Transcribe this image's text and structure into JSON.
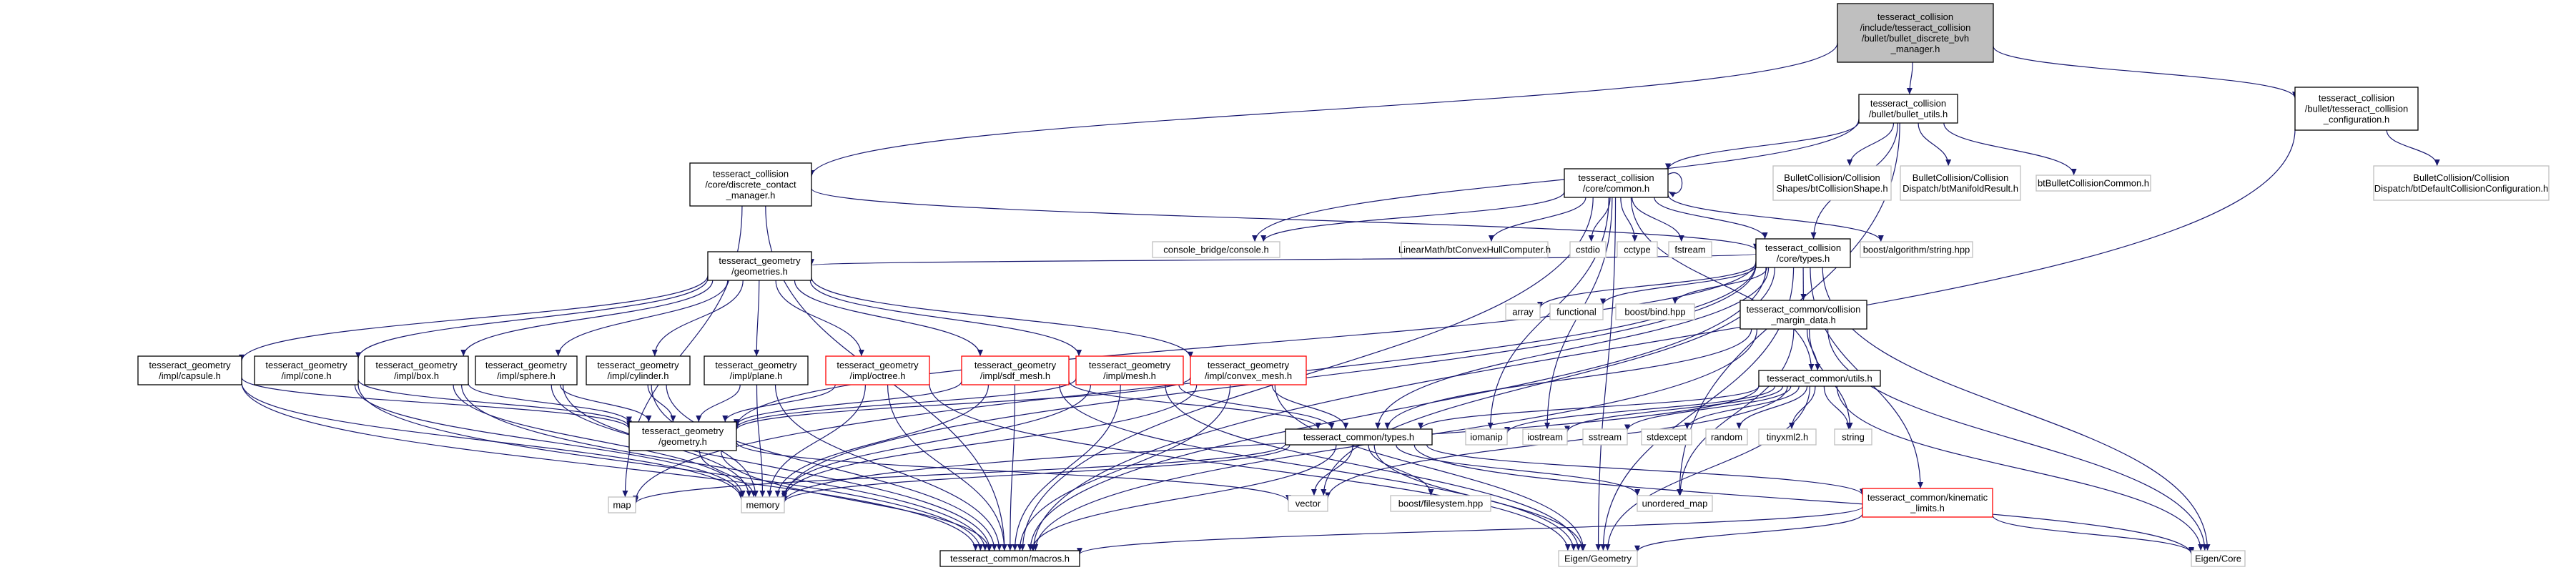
{
  "colors": {
    "edge": "#191970",
    "root_fill": "#bfbfbf",
    "root_border": "#000000",
    "normal_border": "#000000",
    "truncated_border": "#ff0000",
    "external_border": "#bfbfbf",
    "node_fill": "#ffffff"
  },
  "nodes": [
    {
      "id": "root",
      "label": "tesseract_collision\n/include/tesseract_collision\n/bullet/bullet_discrete_bvh\n_manager.h",
      "style": "root"
    },
    {
      "id": "bullet_utils",
      "label": "tesseract_collision\n/bullet/bullet_utils.h",
      "style": "normal"
    },
    {
      "id": "tess_config",
      "label": "tesseract_collision\n/bullet/tesseract_collision\n_configuration.h",
      "style": "normal"
    },
    {
      "id": "discrete_mgr",
      "label": "tesseract_collision\n/core/discrete_contact\n_manager.h",
      "style": "normal"
    },
    {
      "id": "core_common",
      "label": "tesseract_collision\n/core/common.h",
      "style": "normal"
    },
    {
      "id": "bt_shape",
      "label": "BulletCollision/Collision\nShapes/btCollisionShape.h",
      "style": "external"
    },
    {
      "id": "bt_manifold",
      "label": "BulletCollision/Collision\nDispatch/btManifoldResult.h",
      "style": "external"
    },
    {
      "id": "bt_common",
      "label": "btBulletCollisionCommon.h",
      "style": "external"
    },
    {
      "id": "bt_default",
      "label": "BulletCollision/Collision\nDispatch/btDefaultCollisionConfiguration.h",
      "style": "external"
    },
    {
      "id": "console",
      "label": "console_bridge/console.h",
      "style": "external"
    },
    {
      "id": "hull",
      "label": "LinearMath/btConvexHullComputer.h",
      "style": "external"
    },
    {
      "id": "cstdio",
      "label": "cstdio",
      "style": "external"
    },
    {
      "id": "cctype",
      "label": "cctype",
      "style": "external"
    },
    {
      "id": "fstream",
      "label": "fstream",
      "style": "external"
    },
    {
      "id": "core_types",
      "label": "tesseract_collision\n/core/types.h",
      "style": "normal"
    },
    {
      "id": "boost_alg",
      "label": "boost/algorithm/string.hpp",
      "style": "external"
    },
    {
      "id": "geometries",
      "label": "tesseract_geometry\n/geometries.h",
      "style": "normal"
    },
    {
      "id": "array",
      "label": "array",
      "style": "external"
    },
    {
      "id": "functional",
      "label": "functional",
      "style": "external"
    },
    {
      "id": "boost_bind",
      "label": "boost/bind.hpp",
      "style": "external"
    },
    {
      "id": "margin_data",
      "label": "tesseract_common/collision\n_margin_data.h",
      "style": "normal"
    },
    {
      "id": "capsule",
      "label": "tesseract_geometry\n/impl/capsule.h",
      "style": "normal"
    },
    {
      "id": "cone",
      "label": "tesseract_geometry\n/impl/cone.h",
      "style": "normal"
    },
    {
      "id": "box",
      "label": "tesseract_geometry\n/impl/box.h",
      "style": "normal"
    },
    {
      "id": "sphere",
      "label": "tesseract_geometry\n/impl/sphere.h",
      "style": "normal"
    },
    {
      "id": "cylinder",
      "label": "tesseract_geometry\n/impl/cylinder.h",
      "style": "normal"
    },
    {
      "id": "plane",
      "label": "tesseract_geometry\n/impl/plane.h",
      "style": "normal"
    },
    {
      "id": "octree",
      "label": "tesseract_geometry\n/impl/octree.h",
      "style": "truncated"
    },
    {
      "id": "sdf_mesh",
      "label": "tesseract_geometry\n/impl/sdf_mesh.h",
      "style": "truncated"
    },
    {
      "id": "mesh",
      "label": "tesseract_geometry\n/impl/mesh.h",
      "style": "truncated"
    },
    {
      "id": "convex_mesh",
      "label": "tesseract_geometry\n/impl/convex_mesh.h",
      "style": "truncated"
    },
    {
      "id": "common_utils",
      "label": "tesseract_common/utils.h",
      "style": "normal"
    },
    {
      "id": "geometry_h",
      "label": "tesseract_geometry\n/geometry.h",
      "style": "normal"
    },
    {
      "id": "common_types",
      "label": "tesseract_common/types.h",
      "style": "normal"
    },
    {
      "id": "iomanip",
      "label": "iomanip",
      "style": "external"
    },
    {
      "id": "iostream",
      "label": "iostream",
      "style": "external"
    },
    {
      "id": "sstream",
      "label": "sstream",
      "style": "external"
    },
    {
      "id": "stdexcept",
      "label": "stdexcept",
      "style": "external"
    },
    {
      "id": "random",
      "label": "random",
      "style": "external"
    },
    {
      "id": "tinyxml",
      "label": "tinyxml2.h",
      "style": "external"
    },
    {
      "id": "string",
      "label": "string",
      "style": "external"
    },
    {
      "id": "map",
      "label": "map",
      "style": "external"
    },
    {
      "id": "memory",
      "label": "memory",
      "style": "external"
    },
    {
      "id": "vector",
      "label": "vector",
      "style": "external"
    },
    {
      "id": "boost_fs",
      "label": "boost/filesystem.hpp",
      "style": "external"
    },
    {
      "id": "unordered_map",
      "label": "unordered_map",
      "style": "external"
    },
    {
      "id": "kinematic",
      "label": "tesseract_common/kinematic\n_limits.h",
      "style": "truncated"
    },
    {
      "id": "macros",
      "label": "tesseract_common/macros.h",
      "style": "normal"
    },
    {
      "id": "eigen_geo",
      "label": "Eigen/Geometry",
      "style": "external"
    },
    {
      "id": "eigen_core",
      "label": "Eigen/Core",
      "style": "external"
    }
  ],
  "edges": [
    [
      "root",
      "discrete_mgr"
    ],
    [
      "root",
      "bullet_utils"
    ],
    [
      "root",
      "tess_config"
    ],
    [
      "bullet_utils",
      "core_common"
    ],
    [
      "bullet_utils",
      "bt_shape"
    ],
    [
      "bullet_utils",
      "bt_manifold"
    ],
    [
      "bullet_utils",
      "bt_common"
    ],
    [
      "bullet_utils",
      "core_types"
    ],
    [
      "bullet_utils",
      "console"
    ],
    [
      "bullet_utils",
      "unordered_map"
    ],
    [
      "tess_config",
      "bt_default"
    ],
    [
      "tess_config",
      "macros"
    ],
    [
      "discrete_mgr",
      "core_types"
    ],
    [
      "discrete_mgr",
      "macros"
    ],
    [
      "discrete_mgr",
      "map"
    ],
    [
      "core_common",
      "core_common"
    ],
    [
      "core_common",
      "console"
    ],
    [
      "core_common",
      "hull"
    ],
    [
      "core_common",
      "cstdio"
    ],
    [
      "core_common",
      "cctype"
    ],
    [
      "core_common",
      "fstream"
    ],
    [
      "core_common",
      "core_types"
    ],
    [
      "core_common",
      "boost_alg"
    ],
    [
      "core_common",
      "common_utils"
    ],
    [
      "core_common",
      "iostream"
    ],
    [
      "core_common",
      "iomanip"
    ],
    [
      "core_common",
      "macros"
    ],
    [
      "core_common",
      "eigen_geo"
    ],
    [
      "core_types",
      "geometries"
    ],
    [
      "core_types",
      "array"
    ],
    [
      "core_types",
      "functional"
    ],
    [
      "core_types",
      "boost_bind"
    ],
    [
      "core_types",
      "margin_data"
    ],
    [
      "core_types",
      "common_types"
    ],
    [
      "core_types",
      "vector"
    ],
    [
      "core_types",
      "macros"
    ],
    [
      "core_types",
      "eigen_geo"
    ],
    [
      "core_types",
      "eigen_core"
    ],
    [
      "core_types",
      "memory"
    ],
    [
      "core_types",
      "map"
    ],
    [
      "core_types",
      "kinematic"
    ],
    [
      "core_types",
      "geometry_h"
    ],
    [
      "margin_data",
      "common_utils"
    ],
    [
      "margin_data",
      "common_types"
    ],
    [
      "margin_data",
      "string"
    ],
    [
      "margin_data",
      "unordered_map"
    ],
    [
      "margin_data",
      "eigen_core"
    ],
    [
      "margin_data",
      "macros"
    ],
    [
      "geometries",
      "capsule"
    ],
    [
      "geometries",
      "cone"
    ],
    [
      "geometries",
      "box"
    ],
    [
      "geometries",
      "sphere"
    ],
    [
      "geometries",
      "cylinder"
    ],
    [
      "geometries",
      "plane"
    ],
    [
      "geometries",
      "octree"
    ],
    [
      "geometries",
      "sdf_mesh"
    ],
    [
      "geometries",
      "mesh"
    ],
    [
      "geometries",
      "convex_mesh"
    ],
    [
      "capsule",
      "geometry_h"
    ],
    [
      "capsule",
      "memory"
    ],
    [
      "capsule",
      "macros"
    ],
    [
      "cone",
      "geometry_h"
    ],
    [
      "cone",
      "memory"
    ],
    [
      "cone",
      "macros"
    ],
    [
      "box",
      "geometry_h"
    ],
    [
      "box",
      "memory"
    ],
    [
      "box",
      "macros"
    ],
    [
      "sphere",
      "geometry_h"
    ],
    [
      "sphere",
      "memory"
    ],
    [
      "sphere",
      "macros"
    ],
    [
      "cylinder",
      "geometry_h"
    ],
    [
      "cylinder",
      "memory"
    ],
    [
      "cylinder",
      "macros"
    ],
    [
      "plane",
      "geometry_h"
    ],
    [
      "plane",
      "memory"
    ],
    [
      "plane",
      "macros"
    ],
    [
      "octree",
      "geometry_h"
    ],
    [
      "octree",
      "memory"
    ],
    [
      "octree",
      "macros"
    ],
    [
      "octree",
      "eigen_geo"
    ],
    [
      "sdf_mesh",
      "geometry_h"
    ],
    [
      "sdf_mesh",
      "memory"
    ],
    [
      "sdf_mesh",
      "macros"
    ],
    [
      "sdf_mesh",
      "common_types"
    ],
    [
      "sdf_mesh",
      "eigen_geo"
    ],
    [
      "mesh",
      "geometry_h"
    ],
    [
      "mesh",
      "memory"
    ],
    [
      "mesh",
      "macros"
    ],
    [
      "mesh",
      "common_types"
    ],
    [
      "mesh",
      "eigen_geo"
    ],
    [
      "convex_mesh",
      "geometry_h"
    ],
    [
      "convex_mesh",
      "memory"
    ],
    [
      "convex_mesh",
      "macros"
    ],
    [
      "convex_mesh",
      "common_types"
    ],
    [
      "convex_mesh",
      "eigen_geo"
    ],
    [
      "common_utils",
      "common_types"
    ],
    [
      "common_utils",
      "iomanip"
    ],
    [
      "common_utils",
      "iostream"
    ],
    [
      "common_utils",
      "sstream"
    ],
    [
      "common_utils",
      "stdexcept"
    ],
    [
      "common_utils",
      "random"
    ],
    [
      "common_utils",
      "tinyxml"
    ],
    [
      "common_utils",
      "string"
    ],
    [
      "common_utils",
      "vector"
    ],
    [
      "common_utils",
      "memory"
    ],
    [
      "common_utils",
      "eigen_geo"
    ],
    [
      "common_utils",
      "eigen_core"
    ],
    [
      "geometry_h",
      "memory"
    ],
    [
      "geometry_h",
      "macros"
    ],
    [
      "geometry_h",
      "vector"
    ],
    [
      "common_types",
      "vector"
    ],
    [
      "common_types",
      "memory"
    ],
    [
      "common_types",
      "map"
    ],
    [
      "common_types",
      "boost_fs"
    ],
    [
      "common_types",
      "unordered_map"
    ],
    [
      "common_types",
      "kinematic"
    ],
    [
      "common_types",
      "macros"
    ],
    [
      "common_types",
      "eigen_geo"
    ],
    [
      "common_types",
      "eigen_core"
    ],
    [
      "kinematic",
      "macros"
    ],
    [
      "kinematic",
      "eigen_geo"
    ],
    [
      "kinematic",
      "eigen_core"
    ]
  ]
}
